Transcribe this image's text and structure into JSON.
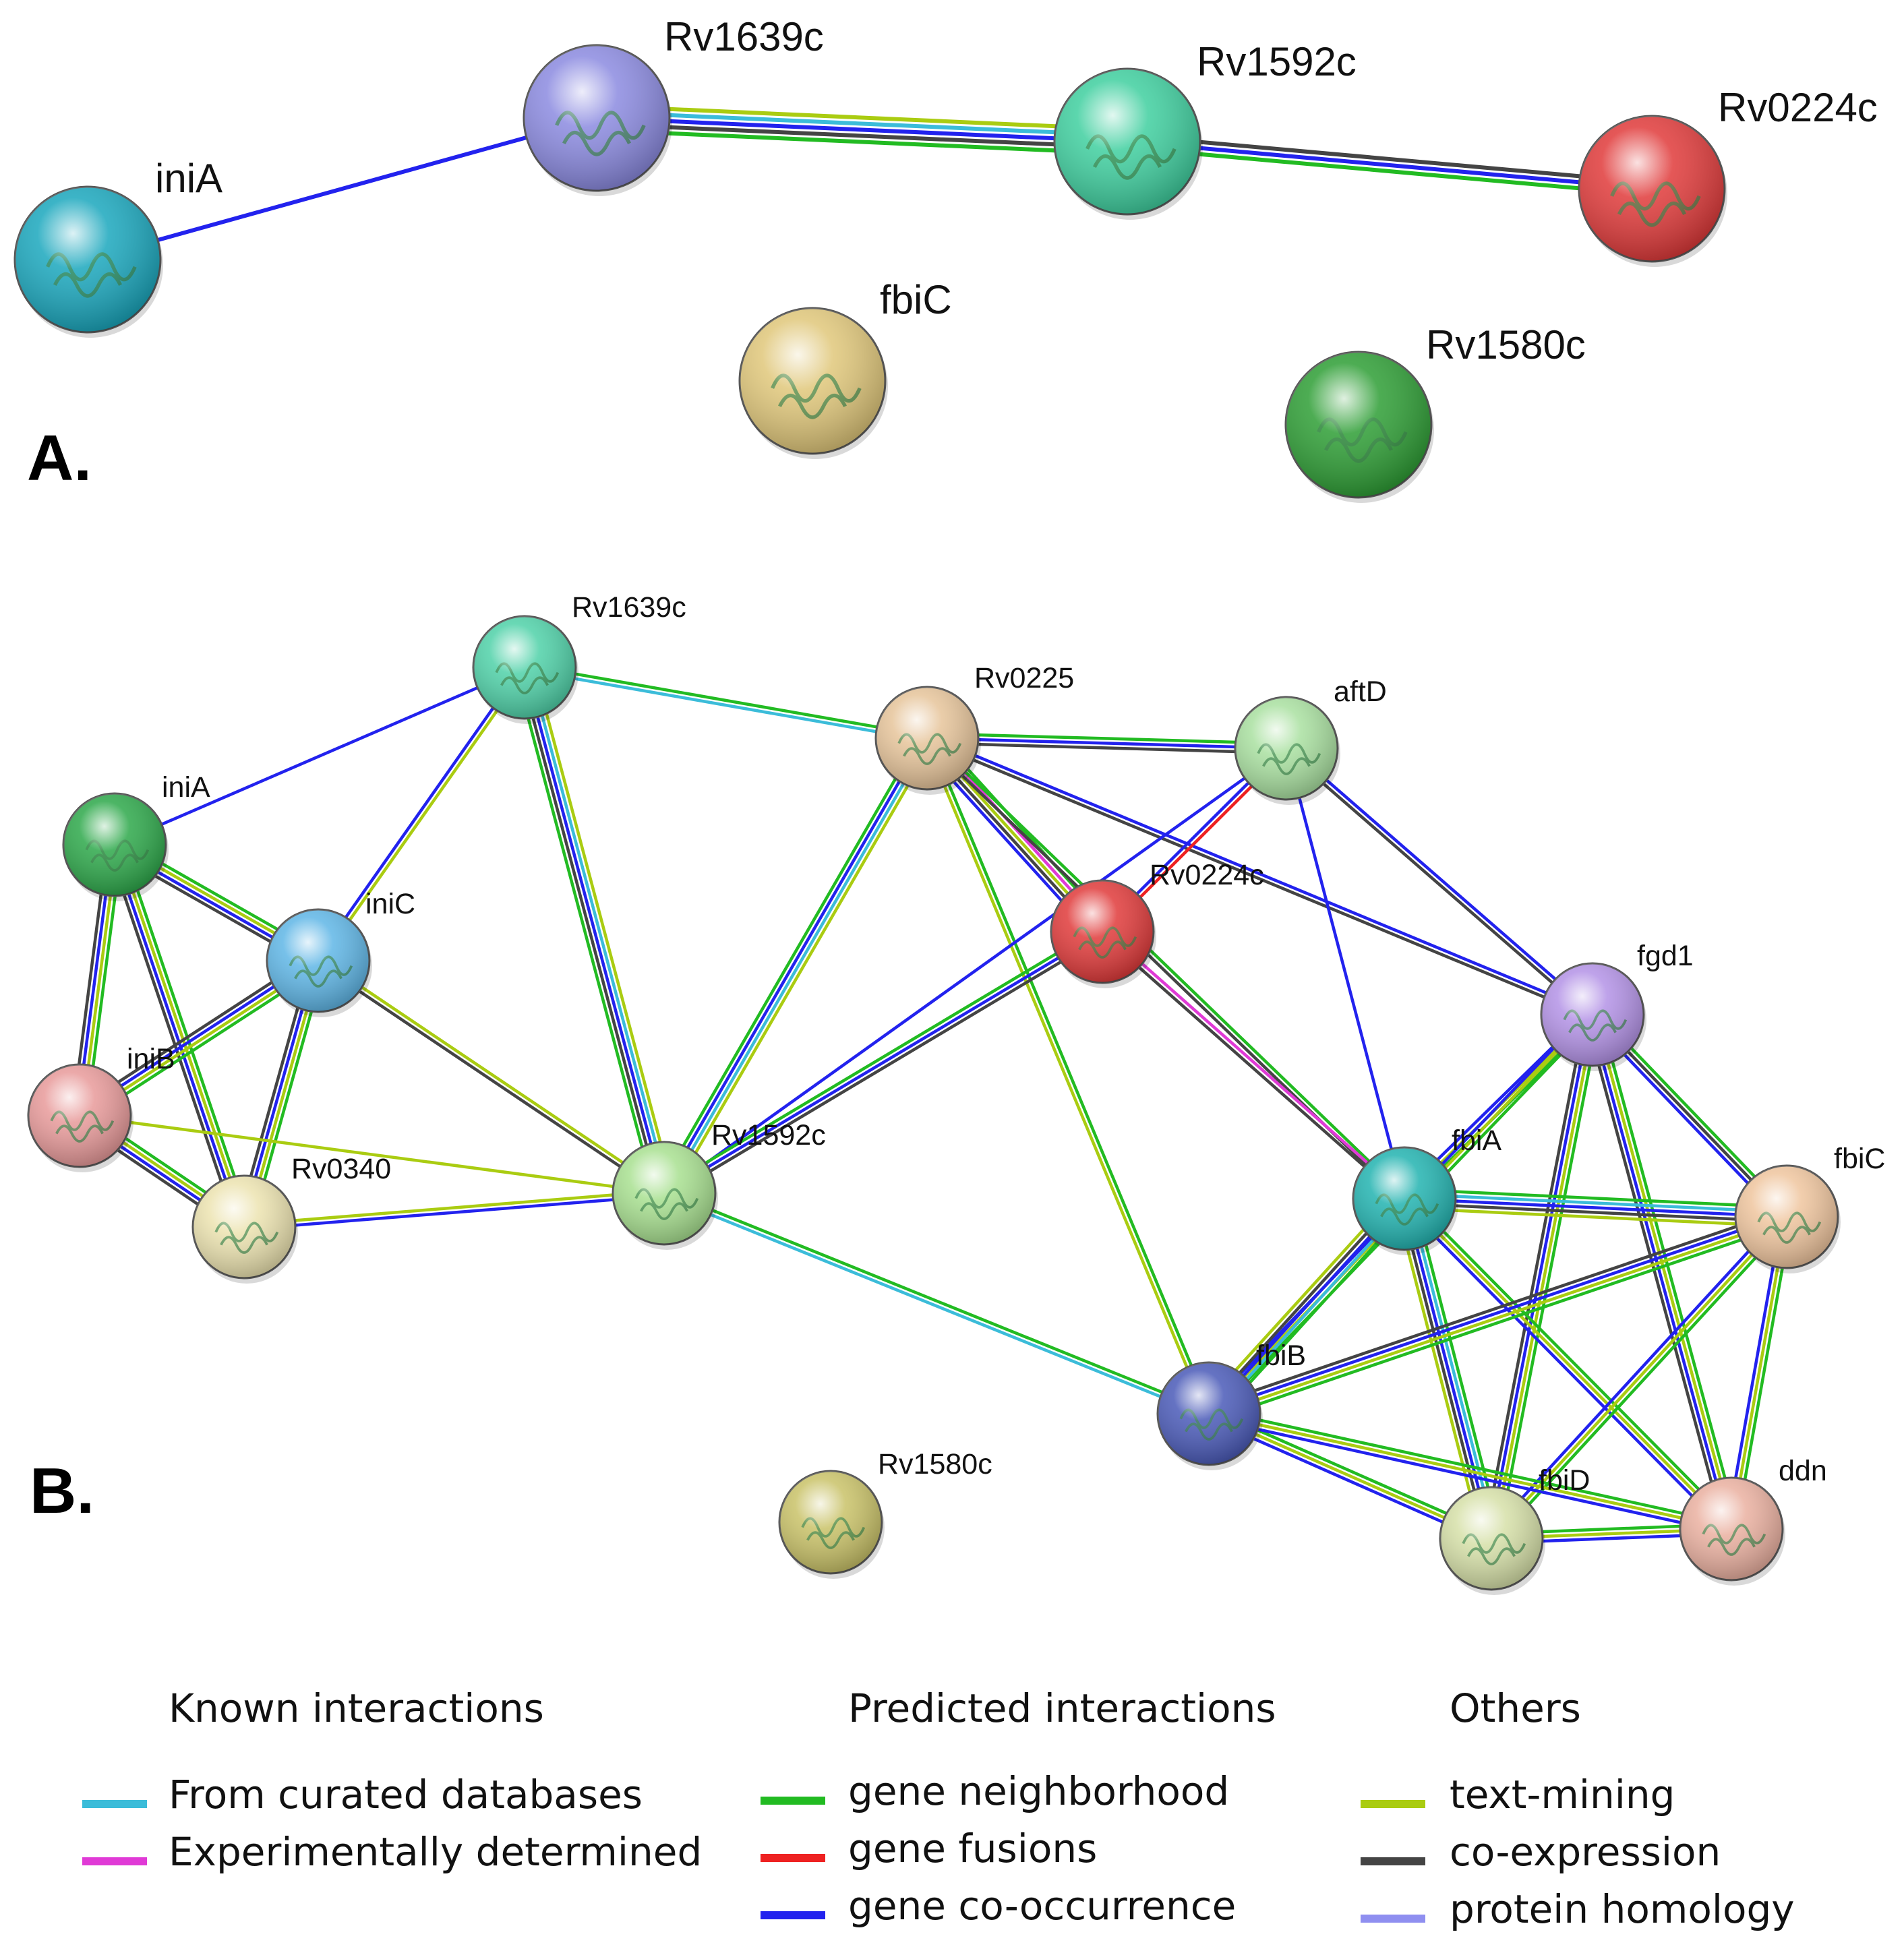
{
  "panels": [
    {
      "id": "A",
      "label": "A."
    },
    {
      "id": "B",
      "label": "B."
    }
  ],
  "colors": {
    "curated": "#3bbcd9",
    "experimental": "#e03ad6",
    "neighborhood": "#22bb22",
    "fusion": "#ee2222",
    "cooccurrence": "#2222ee",
    "textmining": "#aacc11",
    "coexpression": "#444444",
    "homology": "#8f8ff0"
  },
  "panelA": {
    "nodes": [
      {
        "name": "iniA",
        "color": "#1aa7bd",
        "icon": "protein-structure-icon"
      },
      {
        "name": "Rv1639c",
        "color": "#8b8ae0",
        "icon": "protein-structure-icon"
      },
      {
        "name": "Rv1592c",
        "color": "#3fcf9f",
        "icon": "protein-structure-icon"
      },
      {
        "name": "Rv0224c",
        "color": "#e03a3a",
        "icon": "protein-structure-icon"
      },
      {
        "name": "fbiC",
        "color": "#e0c77a",
        "icon": "protein-structure-icon"
      },
      {
        "name": "Rv1580c",
        "color": "#2e9e35",
        "icon": "protein-structure-icon"
      }
    ],
    "edges": [
      {
        "source": "iniA",
        "target": "Rv1639c",
        "evidence": [
          "cooccurrence"
        ]
      },
      {
        "source": "Rv1639c",
        "target": "Rv1592c",
        "evidence": [
          "textmining",
          "curated",
          "cooccurrence",
          "coexpression",
          "neighborhood"
        ]
      },
      {
        "source": "Rv1592c",
        "target": "Rv0224c",
        "evidence": [
          "coexpression",
          "cooccurrence",
          "neighborhood"
        ]
      }
    ]
  },
  "panelB": {
    "nodes": [
      {
        "name": "Rv1639c",
        "color": "#4fd1a8",
        "icon": "protein-structure-icon"
      },
      {
        "name": "Rv0225",
        "color": "#e6c49a",
        "icon": "protein-structure-icon"
      },
      {
        "name": "aftD",
        "color": "#a9e0a0",
        "icon": "protein-structure-icon"
      },
      {
        "name": "iniA",
        "color": "#2da84a",
        "icon": "protein-structure-icon"
      },
      {
        "name": "iniC",
        "color": "#5fb6e6",
        "icon": "protein-structure-icon"
      },
      {
        "name": "Rv0224c",
        "color": "#e03a3a",
        "icon": "protein-structure-icon"
      },
      {
        "name": "fgd1",
        "color": "#b392e6",
        "icon": "protein-structure-icon"
      },
      {
        "name": "iniB",
        "color": "#e89a9a",
        "icon": "protein-structure-icon"
      },
      {
        "name": "Rv0340",
        "color": "#ece3b0",
        "icon": "protein-structure-icon"
      },
      {
        "name": "Rv1592c",
        "color": "#a8e090",
        "icon": "protein-structure-icon"
      },
      {
        "name": "fbiA",
        "color": "#22b3b0",
        "icon": "protein-structure-icon"
      },
      {
        "name": "fbiC",
        "color": "#efc59e",
        "icon": "protein-structure-icon"
      },
      {
        "name": "fbiB",
        "color": "#4a5ab8",
        "icon": "protein-structure-icon"
      },
      {
        "name": "Rv1580c",
        "color": "#c9c268",
        "icon": "protein-structure-icon"
      },
      {
        "name": "fbiD",
        "color": "#d6e0a8",
        "icon": "protein-structure-icon"
      },
      {
        "name": "ddn",
        "color": "#eab0a0",
        "icon": "protein-structure-icon"
      }
    ],
    "edges": [
      {
        "source": "Rv1639c",
        "target": "iniA",
        "evidence": [
          "cooccurrence"
        ]
      },
      {
        "source": "Rv1639c",
        "target": "iniC",
        "evidence": [
          "textmining",
          "cooccurrence"
        ]
      },
      {
        "source": "Rv1639c",
        "target": "Rv0225",
        "evidence": [
          "neighborhood",
          "curated"
        ]
      },
      {
        "source": "Rv1639c",
        "target": "Rv1592c",
        "evidence": [
          "textmining",
          "curated",
          "cooccurrence",
          "coexpression",
          "neighborhood"
        ]
      },
      {
        "source": "iniA",
        "target": "iniC",
        "evidence": [
          "neighborhood",
          "textmining",
          "cooccurrence",
          "coexpression"
        ]
      },
      {
        "source": "iniA",
        "target": "iniB",
        "evidence": [
          "neighborhood",
          "textmining",
          "cooccurrence",
          "coexpression"
        ]
      },
      {
        "source": "iniA",
        "target": "Rv0340",
        "evidence": [
          "neighborhood",
          "textmining",
          "cooccurrence",
          "coexpression"
        ]
      },
      {
        "source": "iniC",
        "target": "iniB",
        "evidence": [
          "neighborhood",
          "textmining",
          "cooccurrence",
          "coexpression"
        ]
      },
      {
        "source": "iniC",
        "target": "Rv0340",
        "evidence": [
          "neighborhood",
          "textmining",
          "cooccurrence",
          "coexpression"
        ]
      },
      {
        "source": "iniC",
        "target": "Rv1592c",
        "evidence": [
          "textmining",
          "coexpression"
        ]
      },
      {
        "source": "iniB",
        "target": "Rv0340",
        "evidence": [
          "neighborhood",
          "textmining",
          "cooccurrence",
          "coexpression"
        ]
      },
      {
        "source": "iniB",
        "target": "Rv1592c",
        "evidence": [
          "textmining"
        ]
      },
      {
        "source": "Rv0340",
        "target": "Rv1592c",
        "evidence": [
          "textmining",
          "cooccurrence"
        ]
      },
      {
        "source": "Rv0225",
        "target": "aftD",
        "evidence": [
          "neighborhood",
          "cooccurrence",
          "coexpression"
        ]
      },
      {
        "source": "Rv0225",
        "target": "Rv0224c",
        "evidence": [
          "neighborhood",
          "experimental",
          "textmining",
          "coexpression",
          "cooccurrence"
        ]
      },
      {
        "source": "Rv0225",
        "target": "Rv1592c",
        "evidence": [
          "textmining",
          "curated",
          "cooccurrence",
          "neighborhood"
        ]
      },
      {
        "source": "Rv0225",
        "target": "fgd1",
        "evidence": [
          "cooccurrence",
          "coexpression"
        ]
      },
      {
        "source": "Rv0225",
        "target": "fbiB",
        "evidence": [
          "neighborhood",
          "textmining"
        ]
      },
      {
        "source": "Rv0225",
        "target": "fbiA",
        "evidence": [
          "neighborhood",
          "coexpression"
        ]
      },
      {
        "source": "aftD",
        "target": "Rv0224c",
        "evidence": [
          "fusion",
          "cooccurrence"
        ]
      },
      {
        "source": "aftD",
        "target": "fgd1",
        "evidence": [
          "cooccurrence",
          "coexpression"
        ]
      },
      {
        "source": "aftD",
        "target": "fbiA",
        "evidence": [
          "cooccurrence"
        ]
      },
      {
        "source": "aftD",
        "target": "Rv1592c",
        "evidence": [
          "cooccurrence"
        ]
      },
      {
        "source": "Rv0224c",
        "target": "Rv1592c",
        "evidence": [
          "coexpression",
          "cooccurrence",
          "neighborhood"
        ]
      },
      {
        "source": "Rv0224c",
        "target": "fbiA",
        "evidence": [
          "experimental",
          "coexpression"
        ]
      },
      {
        "source": "Rv1592c",
        "target": "fbiB",
        "evidence": [
          "neighborhood",
          "curated"
        ]
      },
      {
        "source": "fgd1",
        "target": "fbiA",
        "evidence": [
          "neighborhood",
          "textmining",
          "cooccurrence"
        ]
      },
      {
        "source": "fgd1",
        "target": "fbiC",
        "evidence": [
          "neighborhood",
          "coexpression",
          "cooccurrence"
        ]
      },
      {
        "source": "fgd1",
        "target": "fbiB",
        "evidence": [
          "neighborhood",
          "textmining",
          "cooccurrence"
        ]
      },
      {
        "source": "fgd1",
        "target": "fbiD",
        "evidence": [
          "neighborhood",
          "textmining",
          "cooccurrence",
          "coexpression"
        ]
      },
      {
        "source": "fgd1",
        "target": "ddn",
        "evidence": [
          "neighborhood",
          "textmining",
          "cooccurrence",
          "coexpression"
        ]
      },
      {
        "source": "fbiA",
        "target": "fbiC",
        "evidence": [
          "neighborhood",
          "curated",
          "cooccurrence",
          "coexpression",
          "textmining"
        ]
      },
      {
        "source": "fbiA",
        "target": "fbiB",
        "evidence": [
          "neighborhood",
          "curated",
          "cooccurrence",
          "coexpression",
          "textmining"
        ]
      },
      {
        "source": "fbiA",
        "target": "fbiD",
        "evidence": [
          "neighborhood",
          "curated",
          "cooccurrence",
          "coexpression",
          "textmining"
        ]
      },
      {
        "source": "fbiA",
        "target": "ddn",
        "evidence": [
          "neighborhood",
          "textmining",
          "cooccurrence"
        ]
      },
      {
        "source": "fbiC",
        "target": "fbiB",
        "evidence": [
          "neighborhood",
          "textmining",
          "cooccurrence",
          "coexpression"
        ]
      },
      {
        "source": "fbiC",
        "target": "fbiD",
        "evidence": [
          "neighborhood",
          "textmining",
          "cooccurrence"
        ]
      },
      {
        "source": "fbiC",
        "target": "ddn",
        "evidence": [
          "neighborhood",
          "textmining",
          "cooccurrence"
        ]
      },
      {
        "source": "fbiB",
        "target": "fbiD",
        "evidence": [
          "neighborhood",
          "textmining",
          "cooccurrence"
        ]
      },
      {
        "source": "fbiB",
        "target": "ddn",
        "evidence": [
          "neighborhood",
          "textmining",
          "cooccurrence"
        ]
      },
      {
        "source": "fbiD",
        "target": "ddn",
        "evidence": [
          "neighborhood",
          "textmining",
          "cooccurrence"
        ]
      }
    ]
  },
  "legend": {
    "known": {
      "title": "Known interactions",
      "items": [
        {
          "label": "From curated databases",
          "key": "curated"
        },
        {
          "label": "Experimentally determined",
          "key": "experimental"
        }
      ]
    },
    "predicted": {
      "title": "Predicted interactions",
      "items": [
        {
          "label": "gene neighborhood",
          "key": "neighborhood"
        },
        {
          "label": "gene fusions",
          "key": "fusion"
        },
        {
          "label": "gene co-occurrence",
          "key": "cooccurrence"
        }
      ]
    },
    "others": {
      "title": "Others",
      "items": [
        {
          "label": "text-mining",
          "key": "textmining"
        },
        {
          "label": "co-expression",
          "key": "coexpression"
        },
        {
          "label": "protein homology",
          "key": "homology"
        }
      ]
    }
  }
}
